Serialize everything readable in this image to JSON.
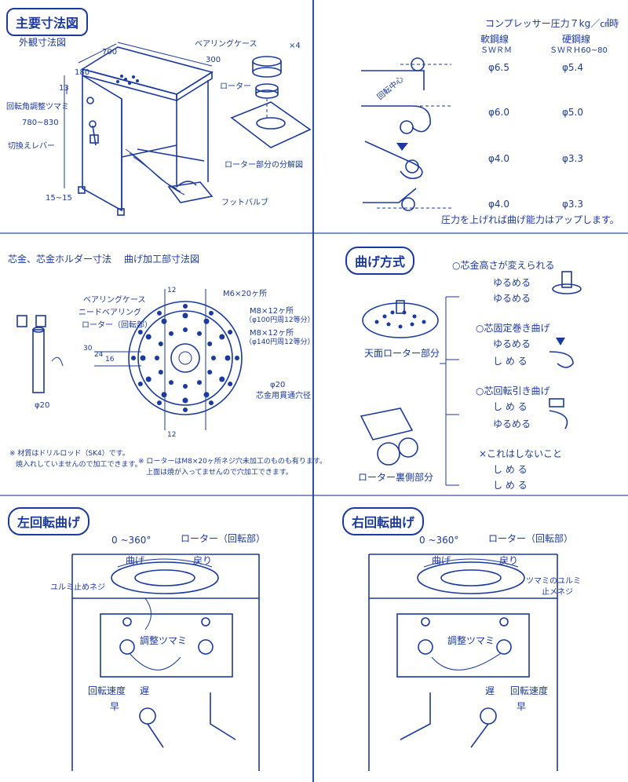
{
  "colors": {
    "ink": "#1a3aa0",
    "paper": "#ffffff"
  },
  "panel1": {
    "title": "主要寸法図",
    "subtitle": "外観寸法図",
    "dim_700": "700",
    "dim_180": "180",
    "dim_300": "300",
    "dim_13": "13",
    "dim_780_830": "780~830",
    "dim_15_15": "15~15",
    "label_bearing_case": "ベアリングケース",
    "label_x4": "×4",
    "label_rotor": "ローター",
    "label_angle_knob": "回転角調整ツマミ",
    "label_switch_lever": "切換えレバー",
    "label_exploded": "ローター部分の分解図",
    "label_foot_valve": "フットバルブ"
  },
  "panel2": {
    "compressor": "コンプレッサー圧力７kg／㎠時",
    "col_soft": "軟鋼線",
    "col_soft_sub": "ＳＷＲＭ",
    "col_hard": "硬鋼線",
    "col_hard_sub": "ＳＷＲＨ60~80",
    "center_label": "回転中心",
    "rows": [
      {
        "soft": "φ6.5",
        "hard": "φ5.4"
      },
      {
        "soft": "φ6.0",
        "hard": "φ5.0"
      },
      {
        "soft": "φ4.0",
        "hard": "φ3.3"
      },
      {
        "soft": "φ4.0",
        "hard": "φ3.3"
      }
    ],
    "note": "圧力を上げれば曲げ能力はアップします。"
  },
  "panel3": {
    "title_left": "芯金、芯金ホルダー寸法",
    "title_right": "曲げ加工部寸法図",
    "label_bearing_case": "ベアリングケース",
    "label_needle_bearing": "ニードベアリング",
    "label_rotor": "ローター（回転部）",
    "label_m6": "M6×20ヶ所",
    "label_m8_100": "M8×12ヶ所",
    "label_m8_100_sub": "（φ100円周12等分）",
    "label_m8_140": "M8×12ヶ所",
    "label_m8_140_sub": "（φ140円周12等分）",
    "label_phi20": "φ20",
    "label_through": "芯金用貫通穴径",
    "label_phi20_left": "φ20",
    "dim_12": "12",
    "dim_30": "30",
    "dim_24": "24",
    "dim_16": "16",
    "note1": "※ 材質はドリルロッド（SK4）です。",
    "note1b": "焼入れしていませんので加工できます。",
    "note2": "※ ローターはM8×20ヶ所ネジ穴未加工のものも有ります。",
    "note2b": "上面は焼が入ってませんので穴加工できます。"
  },
  "panel4": {
    "title": "曲げ方式",
    "top_label": "○芯金高さが変えられる",
    "loosen": "ゆるめる",
    "tighten": "し め る",
    "top_view": "天面ローター部分",
    "fixed_label": "○芯固定巻き曲げ",
    "pull_label": "○芯回転引き曲げ",
    "not_do": "×これはしないこと",
    "back_view": "ローター裏側部分"
  },
  "panel5": {
    "title": "左回転曲げ",
    "range": "0 ~360°",
    "rotor": "ローター（回転部）",
    "bend": "曲げ",
    "return": "戻り",
    "stop_screw": "ユルミ止めネジ",
    "adjust_knob": "調整ツマミ",
    "speed": "回転速度",
    "slow": "遅",
    "fast": "早"
  },
  "panel6": {
    "title": "右回転曲げ",
    "range": "0 ~360°",
    "rotor": "ローター（回転部）",
    "bend": "曲げ",
    "return": "戻り",
    "stop_screw_a": "ツマミのユルミ",
    "stop_screw_b": "止メネジ",
    "adjust_knob": "調整ツマミ",
    "speed": "回転速度",
    "slow": "遅",
    "fast": "早"
  }
}
